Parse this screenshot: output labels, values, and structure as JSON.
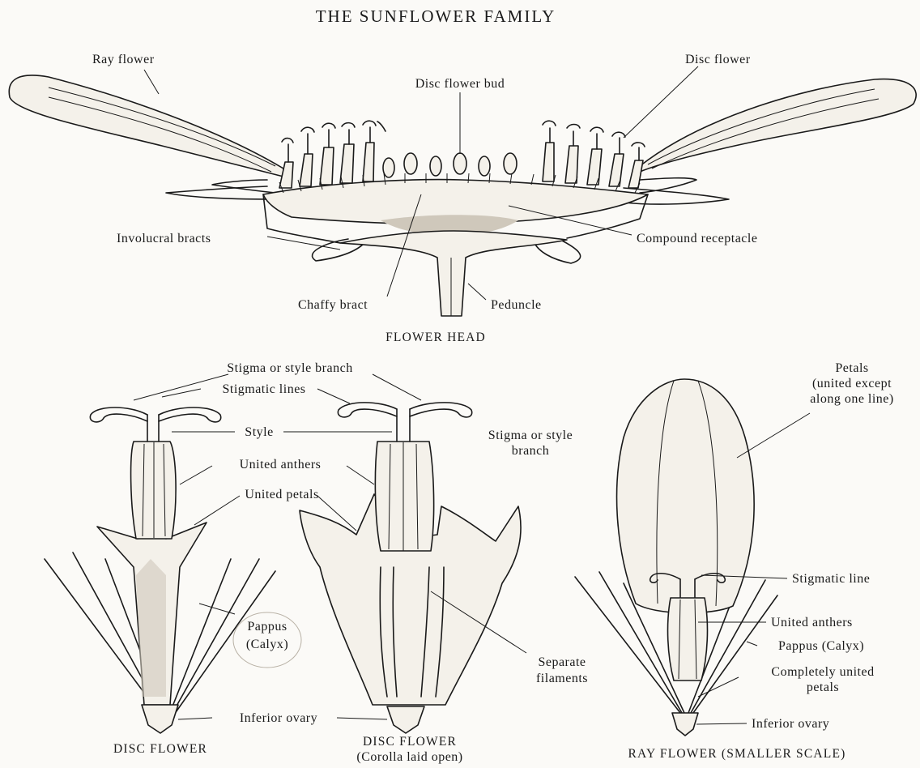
{
  "title": "THE SUNFLOWER FAMILY",
  "captions": {
    "flower_head": "FLOWER HEAD",
    "disc_flower": "DISC FLOWER",
    "disc_flower_open": "DISC FLOWER",
    "corolla_laid_open": "(Corolla laid open)",
    "ray_flower": "RAY FLOWER (SMALLER SCALE)"
  },
  "labels": {
    "ray_flower": "Ray flower",
    "disc_flower_bud": "Disc flower bud",
    "disc_flower": "Disc flower",
    "involucral_bracts": "Involucral bracts",
    "compound_receptacle": "Compound receptacle",
    "chaffy_bract": "Chaffy bract",
    "peduncle": "Peduncle",
    "stigma_or_style_branch_1": "Stigma or style branch",
    "stigmatic_lines": "Stigmatic lines",
    "style": "Style",
    "stigma_or_style_branch_2_line1": "Stigma or style",
    "stigma_or_style_branch_2_line2": "branch",
    "united_anthers": "United anthers",
    "united_petals": "United petals",
    "pappus": "Pappus",
    "calyx": "(Calyx)",
    "inferior_ovary": "Inferior ovary",
    "separate_filaments_line1": "Separate",
    "separate_filaments_line2": "filaments",
    "petals": "Petals",
    "petals_note_line1": "(united except",
    "petals_note_line2": "along one line)",
    "stigmatic_line": "Stigmatic line",
    "united_anthers_ray": "United anthers",
    "pappus_calyx_ray": "Pappus (Calyx)",
    "completely_united_line1": "Completely united",
    "completely_united_line2": "petals",
    "inferior_ovary_ray": "Inferior ovary"
  },
  "colors": {
    "ink": "#1a1a1a",
    "paper": "#fbfaf7",
    "stipple": "#cfc8bb"
  }
}
